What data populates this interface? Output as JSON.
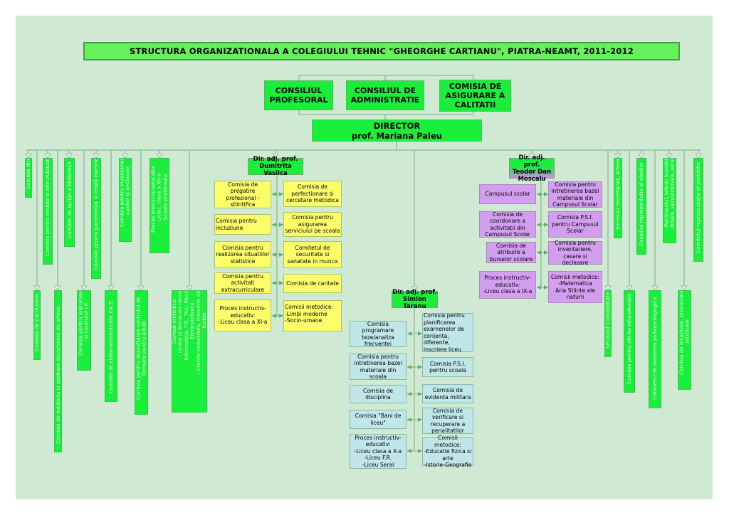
{
  "title": "STRUCTURA ORGANIZATIONALA  A  COLEGIULUI TEHNIC \"GHEORGHE CARTIANU\", PIATRA-NEAMT, 2011-2012",
  "councils": [
    {
      "label": "CONSILIUL\nPROFESORAL"
    },
    {
      "label": "CONSILIUL DE\nADMINISTRATIE"
    },
    {
      "label": "COMISIA DE\nASIGURARE A\nCALITATII"
    }
  ],
  "director": {
    "role": "DIRECTOR",
    "name": "prof. Mariana Paleu"
  },
  "left_committees_top": [
    {
      "label": "Comisia dirigintilor"
    },
    {
      "label": "Comisia pentru revista si alte publicatii"
    },
    {
      "label": "Comisia de sprijin a bibliotecii"
    },
    {
      "label": "Comisia pentru parteneriat si relatii externe"
    },
    {
      "label": "Comisia pentru inventariere,\ncasare si declasare"
    },
    {
      "label": "Proces instructiv-educativ:\n- Liceu, clasa a XII-a\n- Scoala postliceala"
    }
  ],
  "left_committees_bottom": [
    {
      "label": "Comisia de Curriculum"
    },
    {
      "label": "Comisia de evidenta si pastrare documente de arhiva"
    },
    {
      "label": "Comisia pentru indrumarea\nsi controlul I.P."
    },
    {
      "label": "Comisia de elaborare/revizuire P.A.S."
    },
    {
      "label": "Comisia pentru dezvoltarea centrului de\nformare pentru adulti"
    },
    {
      "label": "Comisii metodice:\n- Limba si literatura romana\n- Informatica, TIC, TAC, Mecanica,\nElectrotehnica\n- Chimie industriala, Industrie alimentara,\nTextile"
    }
  ],
  "right_committees_top": [
    {
      "label": "Serviciul Secretariat, arhiva"
    },
    {
      "label": "Consiliul reprezentativ al elevilor"
    },
    {
      "label": "Patrimoniul, tehnic-investitii,\ndotare, aprovizionare, servicii"
    },
    {
      "label": "Comitetul reprezentativ al parintilor"
    }
  ],
  "right_committees_bottom": [
    {
      "label": "Serviciul Contabilitate"
    },
    {
      "label": "Comisia pentru oferta educationala"
    },
    {
      "label": "Cabinetul de asistenta psihopedagogica"
    },
    {
      "label": "Comisia de incadrare, promovare,\nretribuire"
    }
  ],
  "deputy_1": {
    "title": "Dir. adj. prof.",
    "name": "Dumitrita Vasilca",
    "left": [
      "Comisia de pregatire profesional - stiintifica",
      "Comisia pentru incluziune",
      "Comisia pentru realizarea situatiilor statistice",
      "Comisia pentru activitati extracurriculare",
      "Proces instructiv-educativ:\n-Liceu clasa a XI-a"
    ],
    "right": [
      "Comisia de perfectionare si cercetare metodica",
      "Comisia pentru asigurarea serviciului pe scoala",
      "Comitetul de securitate si sanatate in munca",
      "Comisia de caritate",
      "Comisii metodice:\n-Limbi moderne\n-Socio-umane"
    ]
  },
  "deputy_2": {
    "title": "Dir. adj. prof.",
    "name": "Simion Taranu",
    "left": [
      "Comisia programare teze/analiza frecventei",
      "Comisia pentru intretinerea bazei materiale din scoala",
      "Comisia de disciplina",
      "Comisia \"Bani de liceu\"",
      "Proces instructiv-educativ:\n-Liceu clasa a X-a\n-Liceu F.R.\n-Liceu Seral"
    ],
    "right": [
      "Comisia pentru planificarea examenelor de corijenta, diferente, inscriere liceu",
      "Comisia P.S.I. pentru scoala",
      "Comisia de evidenta militara",
      "Comisia de verificare si recuperare a penalitatilor",
      "Comisii metodice:\n-Educatie fizica si arte\n-Istorie-Geografie"
    ]
  },
  "deputy_3": {
    "title": "Dir. adj. prof.",
    "name": "Teodor Dan\nMoscalu",
    "left": [
      "Campusul scolar",
      "Comisia de coordonare a activitatii din Campusul Scolar",
      "Comisia de atribuire a burselor scolare",
      "Proces instructiv-educativ:\n-Liceu clasa a IX-a"
    ],
    "right": [
      "Comisia pentru intretinerea bazei materiale din Campusul Scolar",
      "Comisia P.S.I. pentru Campusul Scolar",
      "Comisia pentru inventariere, casare si declasare",
      "Comisii metodice:\n-Matematica\nAria Stiinte ale naturii"
    ]
  },
  "colors": {
    "background": "#cfe9d2",
    "green_box": "#19ee3a",
    "yellow_box": "#fdfd6a",
    "blue_box": "#bfe7ea",
    "purple_box": "#d39ef0",
    "line": "#8fc49a"
  }
}
